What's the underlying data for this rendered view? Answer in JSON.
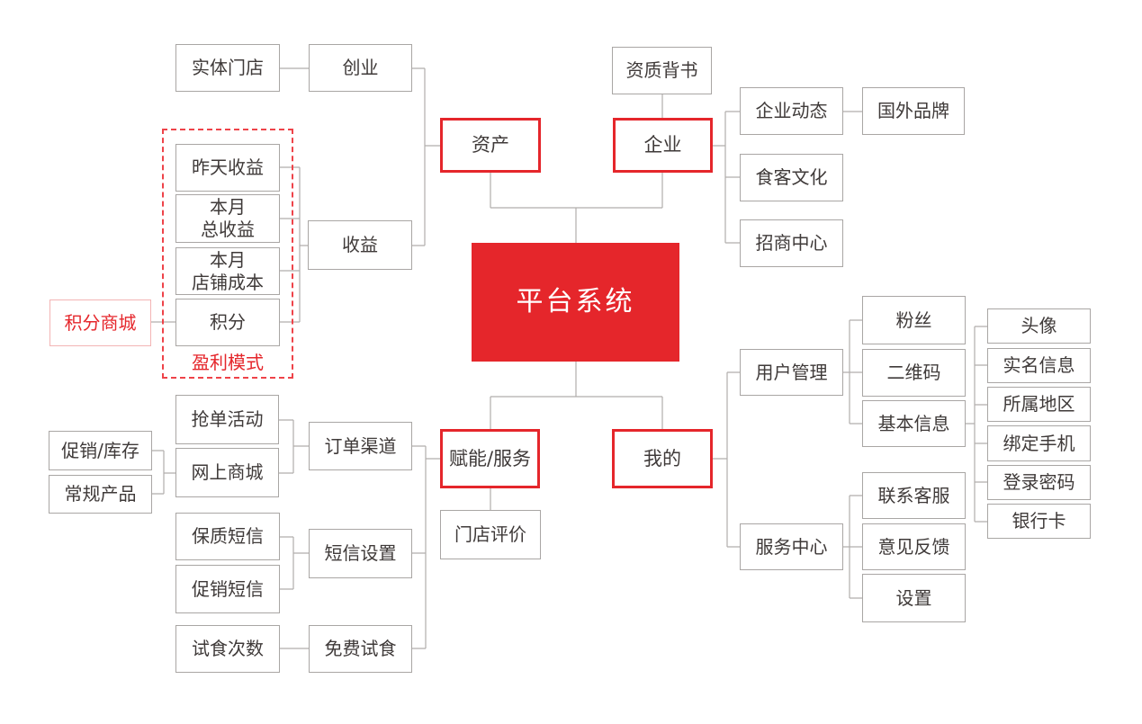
{
  "diagram": {
    "center": "平台系统",
    "assets": {
      "main": "资产",
      "physical_store": "实体门店",
      "startup": "创业",
      "income": "收益",
      "yesterday_income": "昨天收益",
      "month_total_income": "本月\n总收益",
      "month_store_cost": "本月\n店铺成本",
      "points": "积分",
      "points_mall": "积分商城",
      "profit_model": "盈利模式"
    },
    "enterprise": {
      "main": "企业",
      "qualification_endorsement": "资质背书",
      "enterprise_news": "企业动态",
      "foreign_brands": "国外品牌",
      "diner_culture": "食客文化",
      "investment_center": "招商中心"
    },
    "services": {
      "main": "赋能/服务",
      "order_channel": "订单渠道",
      "grab_order_activity": "抢单活动",
      "online_mall": "网上商城",
      "promotion_inventory": "促销/库存",
      "regular_products": "常规产品",
      "sms_settings": "短信设置",
      "shelf_life_sms": "保质短信",
      "promotion_sms": "促销短信",
      "free_tasting": "免费试食",
      "tasting_times": "试食次数",
      "store_review": "门店评价"
    },
    "mine": {
      "main": "我的",
      "user_management": "用户管理",
      "fans": "粉丝",
      "qr_code": "二维码",
      "basic_info": "基本信息",
      "avatar": "头像",
      "real_name_info": "实名信息",
      "region": "所属地区",
      "bind_phone": "绑定手机",
      "login_password": "登录密码",
      "bank_card": "银行卡",
      "service_center": "服务中心",
      "contact_support": "联系客服",
      "feedback": "意见反馈",
      "settings": "设置"
    }
  },
  "colors": {
    "primary_red": "#e5262b",
    "dash_red": "#ee4349",
    "pink_border": "#f3b4b4",
    "line_gray": "#b1aeac",
    "box_border_gray": "#a9a6a4",
    "text_dark": "#3f3a39"
  }
}
